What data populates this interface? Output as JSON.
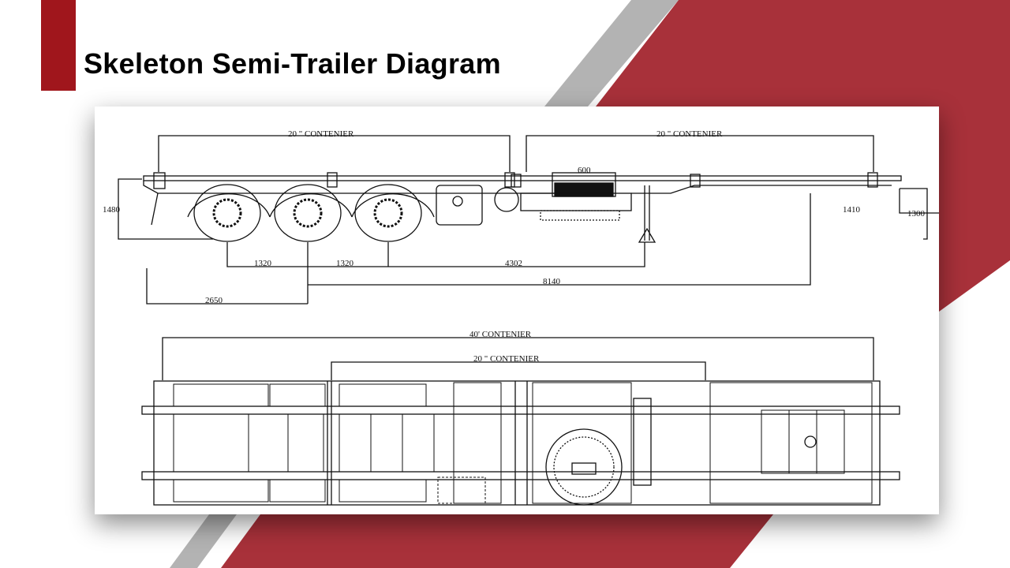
{
  "slide": {
    "title": "Skeleton Semi-Trailer Diagram",
    "colors": {
      "accent_red": "#a0161c",
      "shape_red": "#a8313a",
      "stripe_gray": "#b3b3b3"
    }
  },
  "diagram": {
    "side_view": {
      "container_label_left": "20 \" CONTENIER",
      "container_label_right": "20 \" CONTENIER",
      "dim_600": "600",
      "dim_height_left": "1480",
      "dim_1410": "1410",
      "dim_height_right": "1300",
      "dim_axle_1": "1320",
      "dim_axle_2": "1320",
      "dim_4302": "4302",
      "dim_8140": "8140",
      "dim_2650": "2650"
    },
    "top_view": {
      "container_label_40": "40' CONTENIER",
      "container_label_20": "20 \" CONTENIER"
    }
  }
}
